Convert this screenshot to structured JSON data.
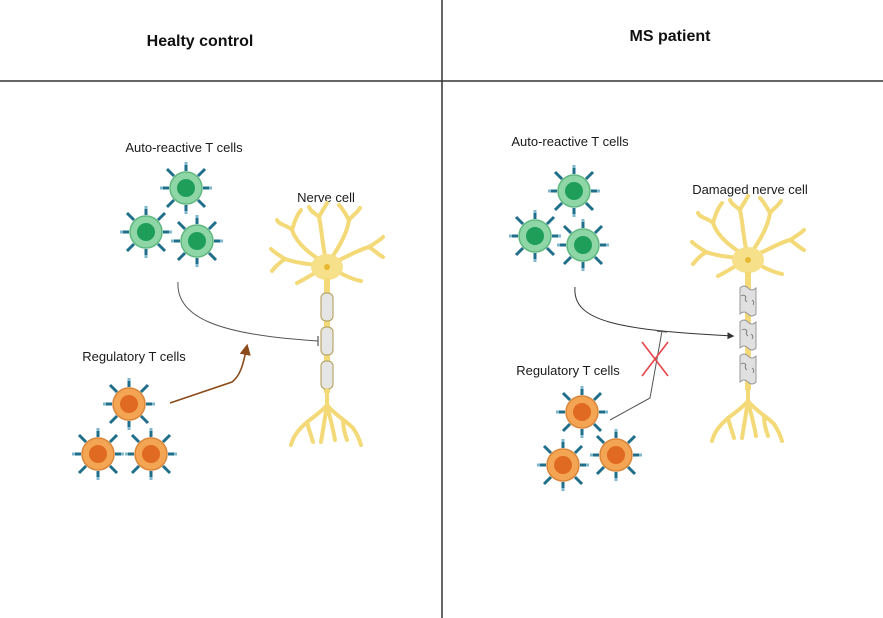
{
  "left_panel": {
    "title": "Healty control",
    "autoreactive_label": "Auto-reactive T cells",
    "regulatory_label": "Regulatory T cells",
    "nerve_label": "Nerve cell"
  },
  "right_panel": {
    "title": "MS patient",
    "autoreactive_label": "Auto-reactive T cells",
    "regulatory_label": "Regulatory T cells",
    "nerve_label": "Damaged nerve cell"
  },
  "colors": {
    "autoreactive_outer": "#7fcf9a",
    "autoreactive_inner": "#1f9e5a",
    "regulatory_outer": "#f0a04a",
    "regulatory_inner": "#e2702a",
    "receptor": "#1f6e8a",
    "neuron": "#f7e08a",
    "myelin": "#e2e2e2",
    "activation_arrow": "#8a4a1a",
    "block_cross": "#e8444a"
  }
}
